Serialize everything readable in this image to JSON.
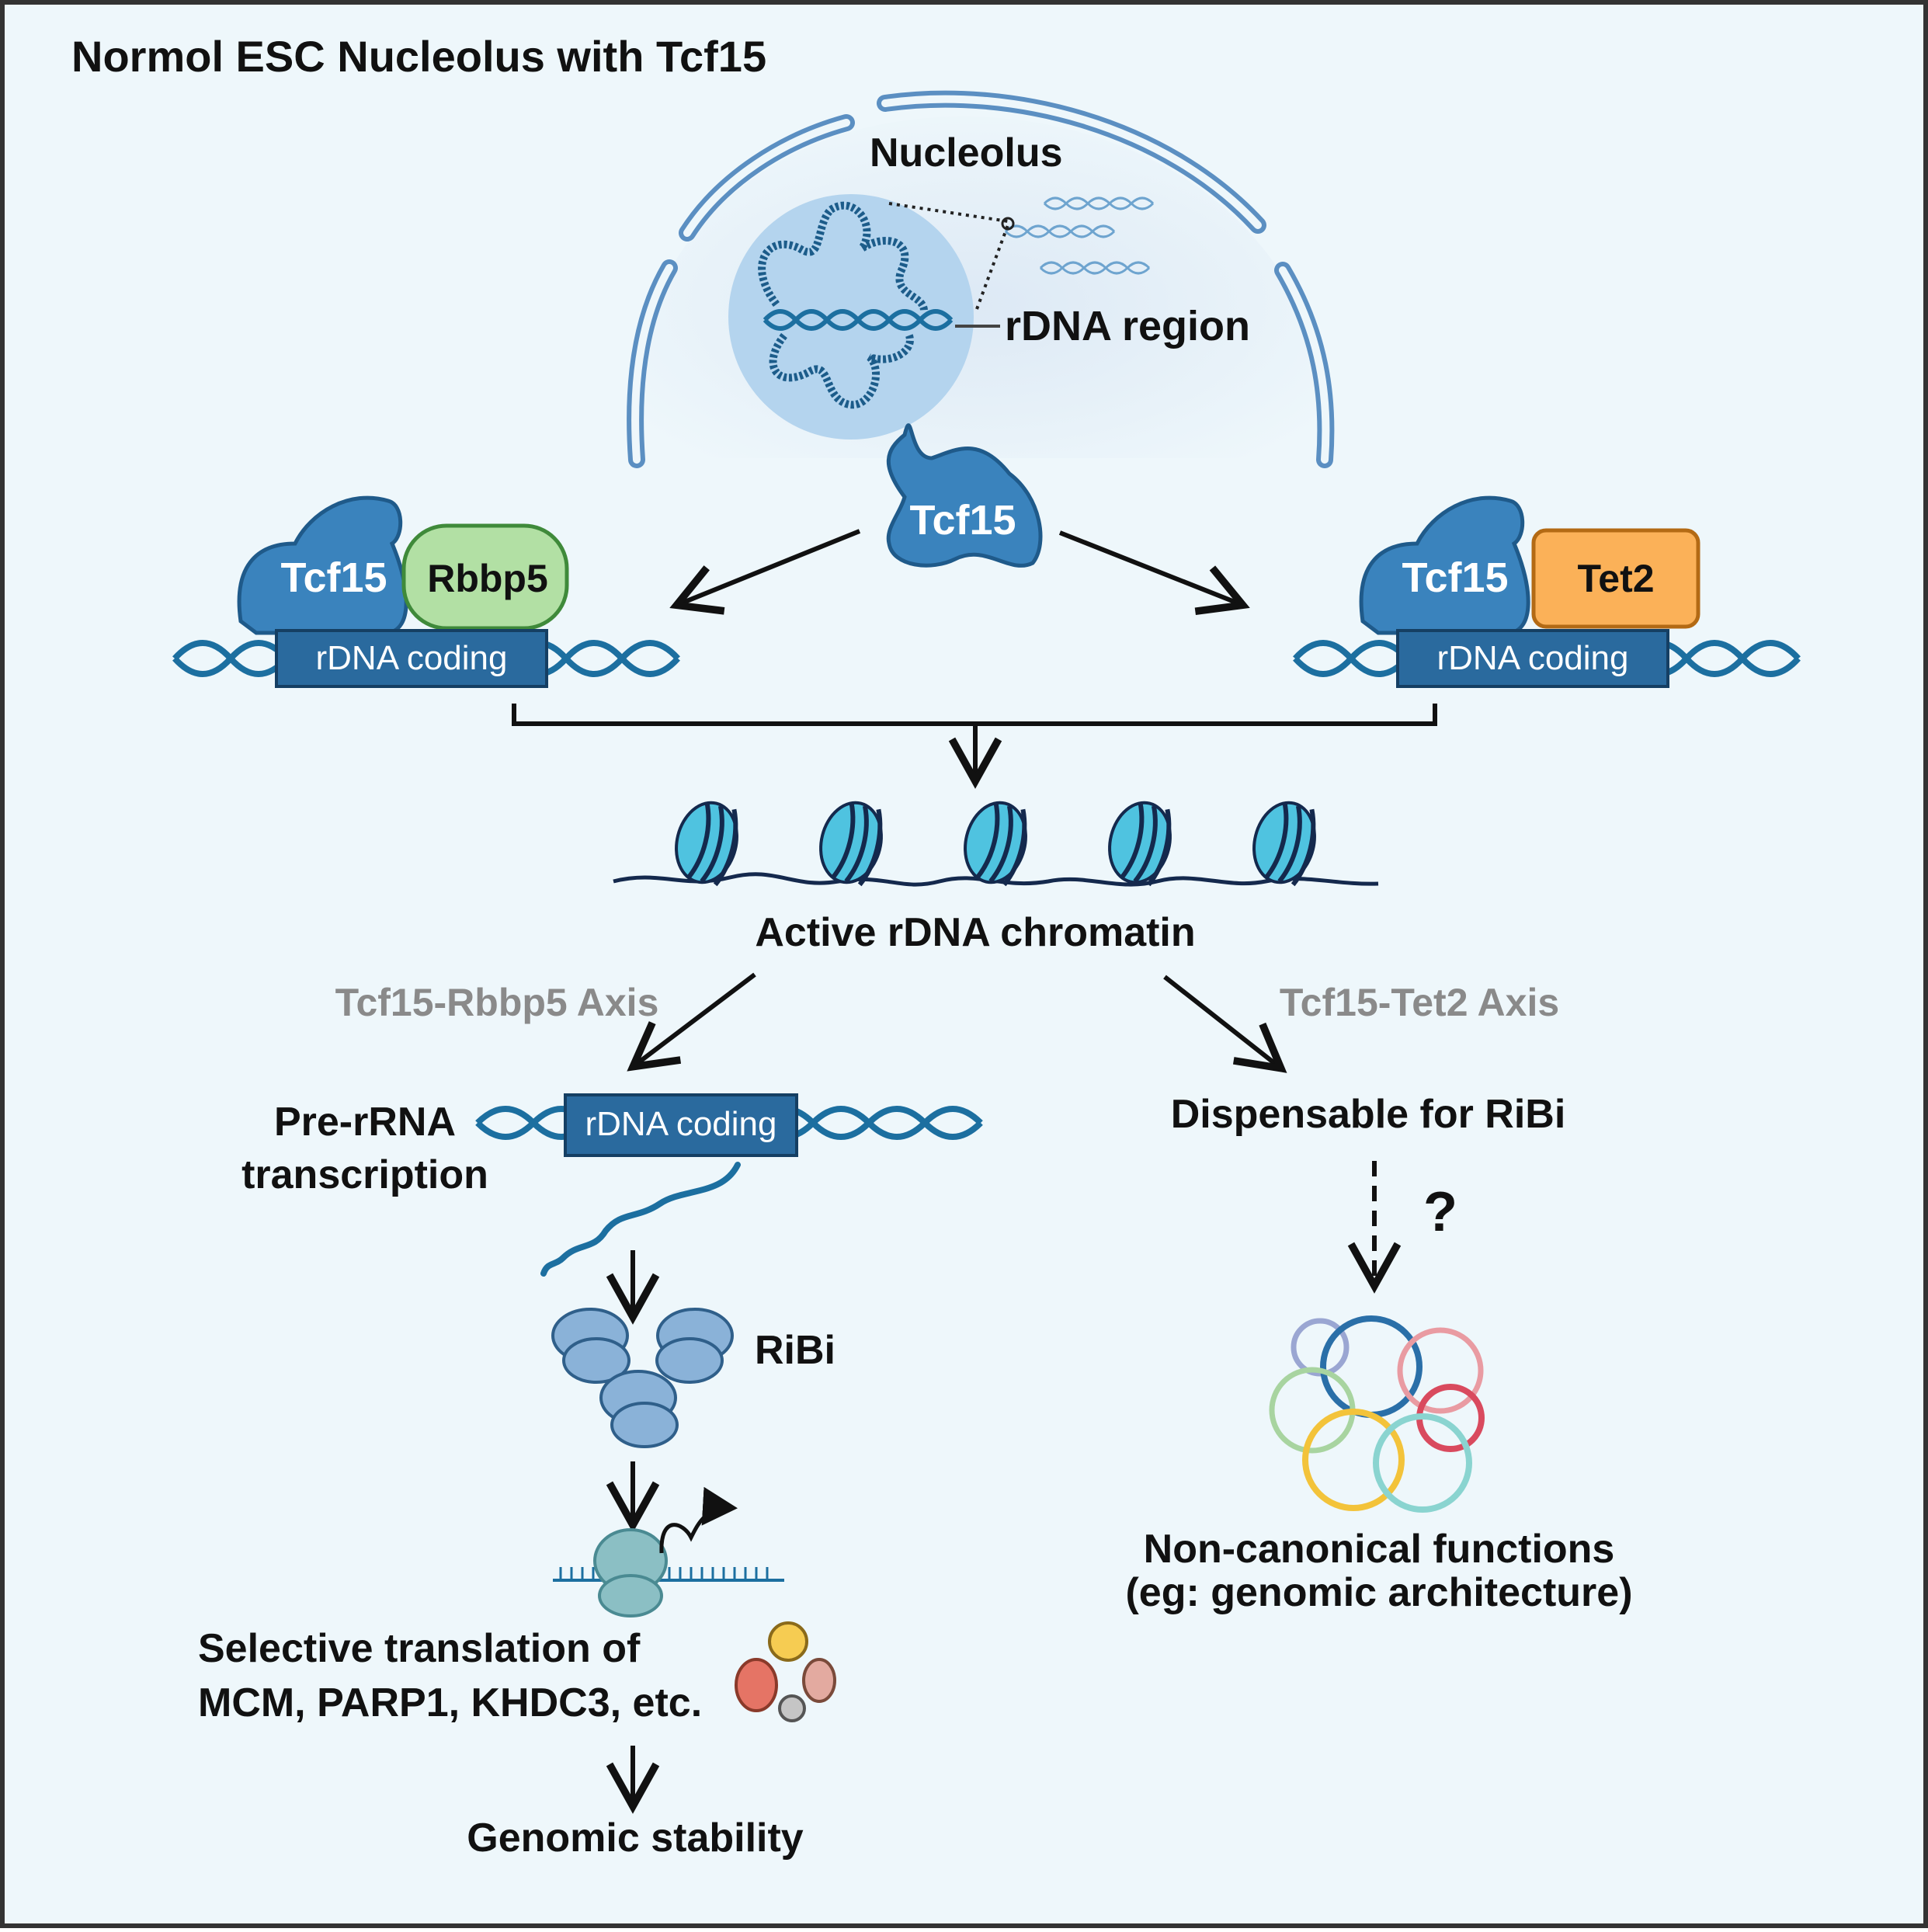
{
  "title": "Normol ESC Nucleolus with Tcf15",
  "nucleolus": {
    "label": "Nucleolus",
    "rdna_region_label": "rDNA  region"
  },
  "center_protein": "Tcf15",
  "left_complex": {
    "protein_a": "Tcf15",
    "protein_b": "Rbbp5",
    "dna_box": "rDNA coding"
  },
  "right_complex": {
    "protein_a": "Tcf15",
    "protein_b": "Tet2",
    "dna_box": "rDNA coding"
  },
  "chromatin_label": "Active rDNA chromatin",
  "left_axis": {
    "title": "Tcf15-Rbbp5 Axis",
    "pre_rrna_line1": "Pre-rRNA",
    "pre_rrna_line2": "transcription",
    "dna_box": "rDNA coding",
    "ribi": "RiBi",
    "selective_line1": "Selective translation of",
    "selective_line2": "MCM, PARP1, KHDC3, etc.",
    "outcome": "Genomic stability"
  },
  "right_axis": {
    "title": "Tcf15-Tet2 Axis",
    "dispensable": "Dispensable for RiBi",
    "question": "?",
    "noncanonical_line1": "Non-canonical functions",
    "noncanonical_line2": "(eg: genomic architecture)"
  },
  "colors": {
    "background": "#eef7fb",
    "border": "#333333",
    "protein_blue": "#3a83bd",
    "rbbp5_green": "#b2e0a4",
    "tet2_orange": "#fbb158",
    "dna_box_blue": "#2a6a9e",
    "nucleosome": "#4fc3e0"
  }
}
